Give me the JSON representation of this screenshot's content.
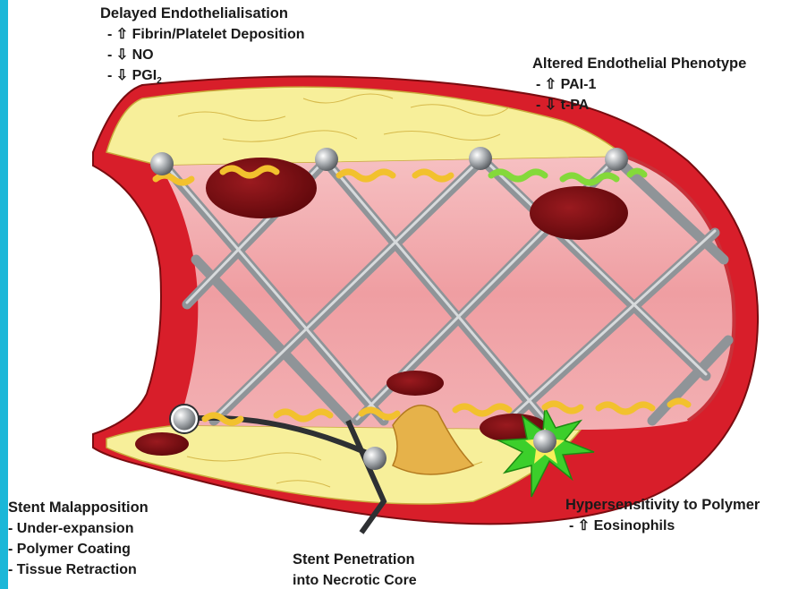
{
  "colors": {
    "frame": "#1bb7d8",
    "vessel_wall": "#d81e2a",
    "lumen": "#f2a3a6",
    "plaque": "#f7ef9a",
    "thrombus": "#7a0c10",
    "stent_strut": "#8f9498",
    "strut_node": "#b8bcbf",
    "fibrin": "#f2c12e",
    "altered_fibrin": "#84d93a",
    "reaction_star": "#3ccf2b"
  },
  "labels": {
    "delayed": {
      "title": "Delayed Endothelialisation",
      "items": [
        "- ⇧ Fibrin/Platelet Deposition",
        "- ⇩ NO",
        "- ⇩ PGI"
      ],
      "pgi_sub": "2"
    },
    "altered": {
      "title": "Altered Endothelial Phenotype",
      "items": [
        "- ⇧ PAI-1",
        "- ⇩ t-PA"
      ]
    },
    "malapposition": {
      "title": "Stent Malapposition",
      "items": [
        "- Under-expansion",
        "- Polymer Coating",
        "- Tissue Retraction"
      ]
    },
    "penetration": {
      "title": "Stent Penetration",
      "line2": "into Necrotic Core"
    },
    "hypersensitivity": {
      "title": "Hypersensitivity to Polymer",
      "items": [
        "- ⇧ Eosinophils"
      ]
    }
  }
}
